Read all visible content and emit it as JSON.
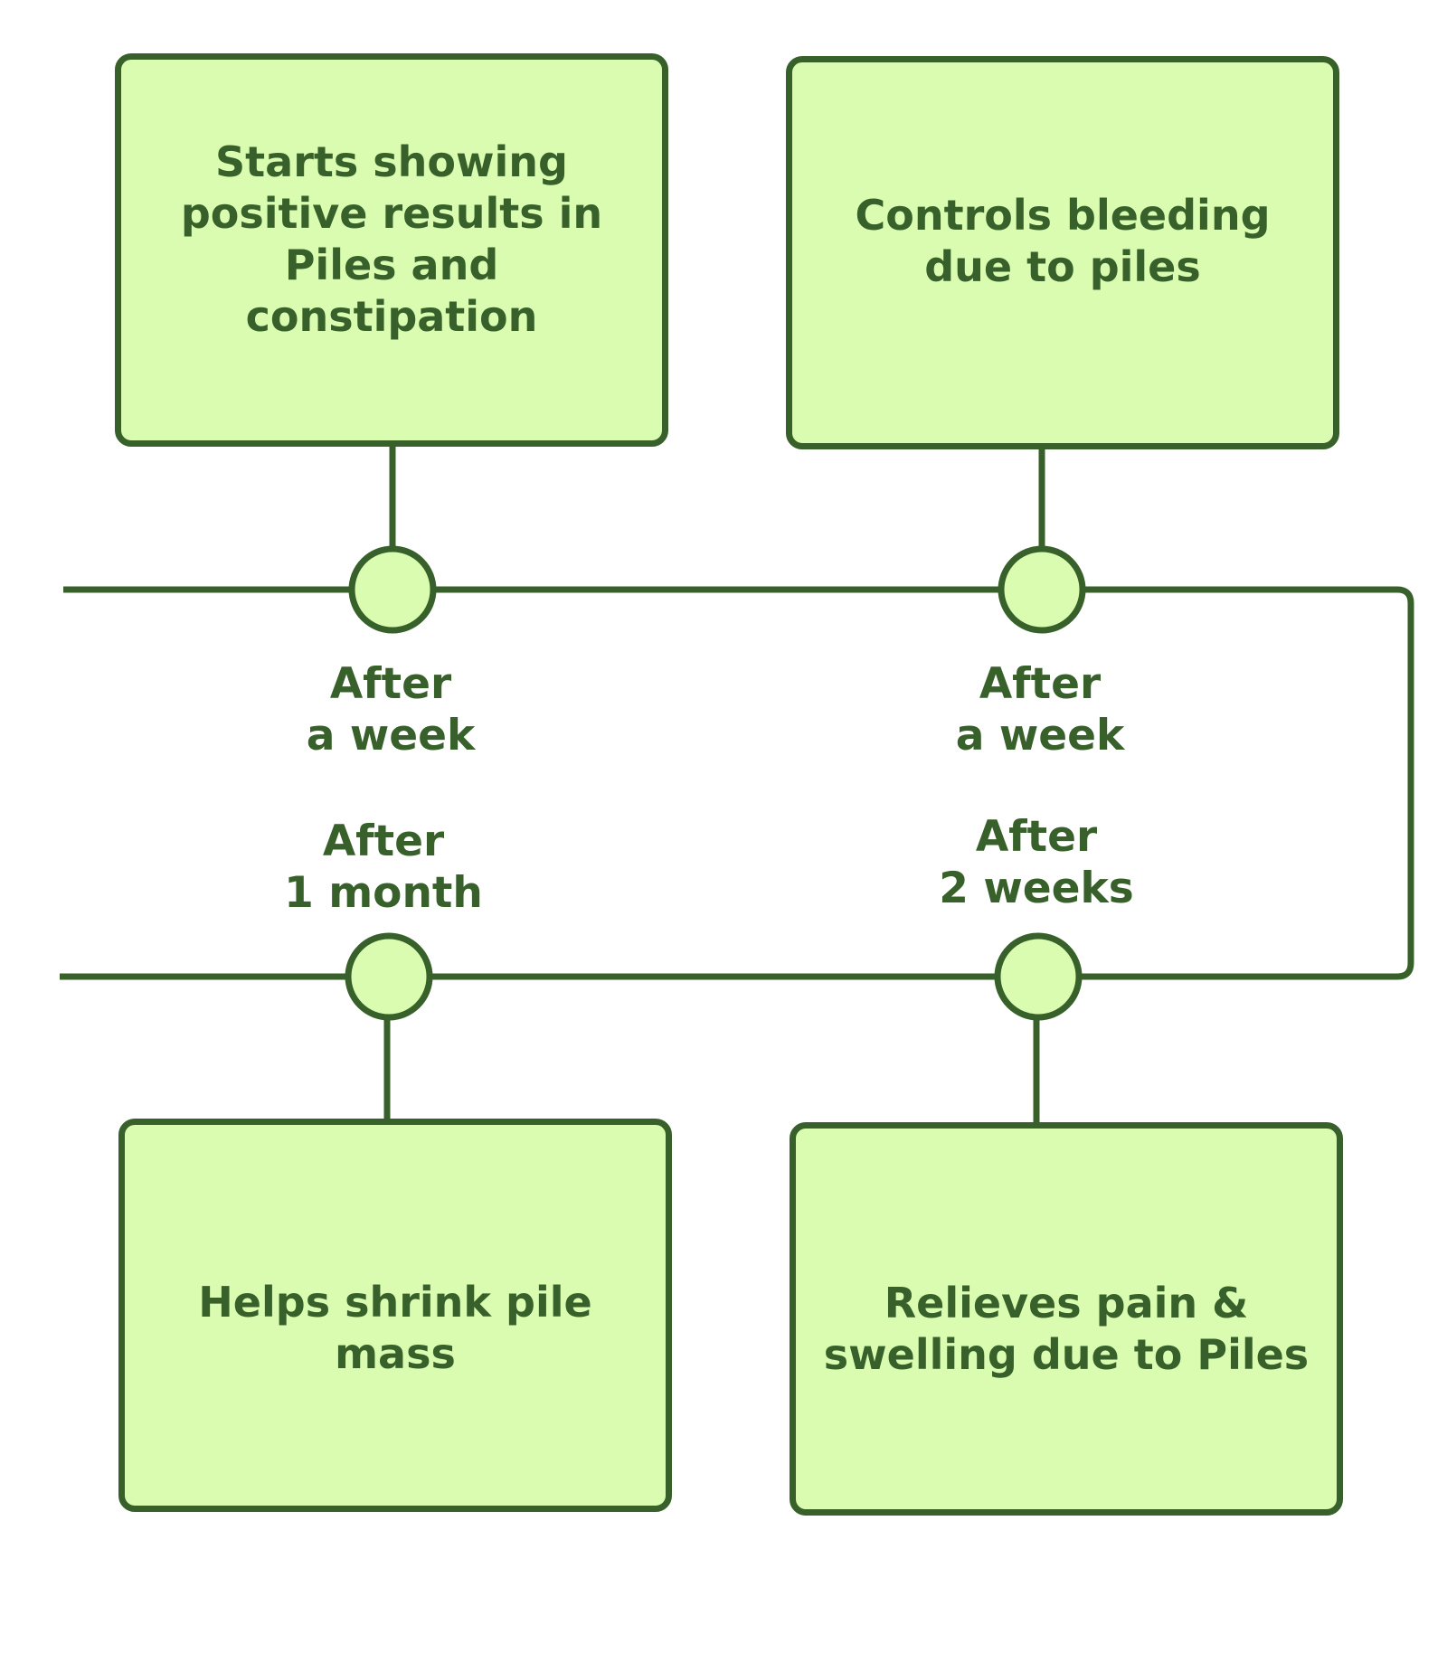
{
  "colors": {
    "stroke": "#38602a",
    "fill": "#d9fcb1",
    "text": "#38602a",
    "background": "#ffffff"
  },
  "milestones": [
    {
      "id": "top-left",
      "card_lines": [
        "Starts showing",
        "positive results in",
        "Piles and",
        "constipation"
      ],
      "label_lines": [
        "After",
        "a week"
      ]
    },
    {
      "id": "top-right",
      "card_lines": [
        "Controls bleeding",
        "due to piles"
      ],
      "label_lines": [
        "After",
        "a week"
      ]
    },
    {
      "id": "bottom-right",
      "card_lines": [
        "Relieves pain &",
        "swelling due to Piles"
      ],
      "label_lines": [
        "After",
        "2 weeks"
      ]
    },
    {
      "id": "bottom-left",
      "card_lines": [
        "Helps shrink pile",
        "mass"
      ],
      "label_lines": [
        "After",
        "1 month"
      ]
    }
  ]
}
